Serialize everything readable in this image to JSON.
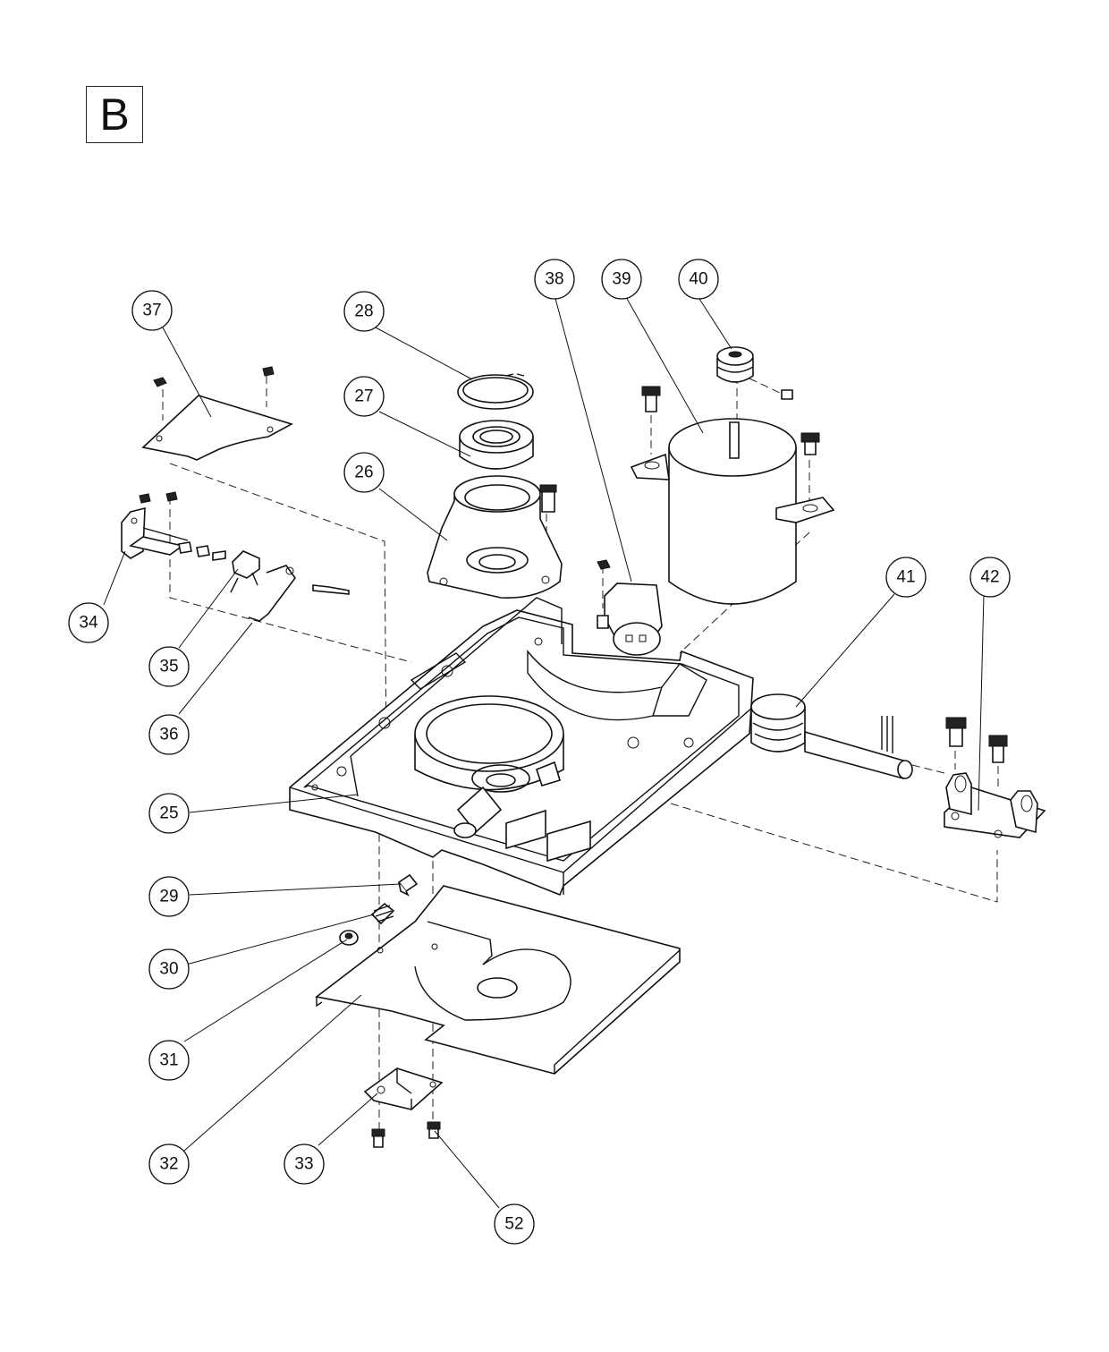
{
  "section_label": "B",
  "callouts": [
    {
      "id": "37",
      "label": "37"
    },
    {
      "id": "28",
      "label": "28"
    },
    {
      "id": "27",
      "label": "27"
    },
    {
      "id": "26",
      "label": "26"
    },
    {
      "id": "38",
      "label": "38"
    },
    {
      "id": "39",
      "label": "39"
    },
    {
      "id": "40",
      "label": "40"
    },
    {
      "id": "41",
      "label": "41"
    },
    {
      "id": "42",
      "label": "42"
    },
    {
      "id": "34",
      "label": "34"
    },
    {
      "id": "35",
      "label": "35"
    },
    {
      "id": "36",
      "label": "36"
    },
    {
      "id": "25",
      "label": "25"
    },
    {
      "id": "29",
      "label": "29"
    },
    {
      "id": "30",
      "label": "30"
    },
    {
      "id": "31",
      "label": "31"
    },
    {
      "id": "32",
      "label": "32"
    },
    {
      "id": "33",
      "label": "33"
    },
    {
      "id": "52",
      "label": "52"
    }
  ]
}
